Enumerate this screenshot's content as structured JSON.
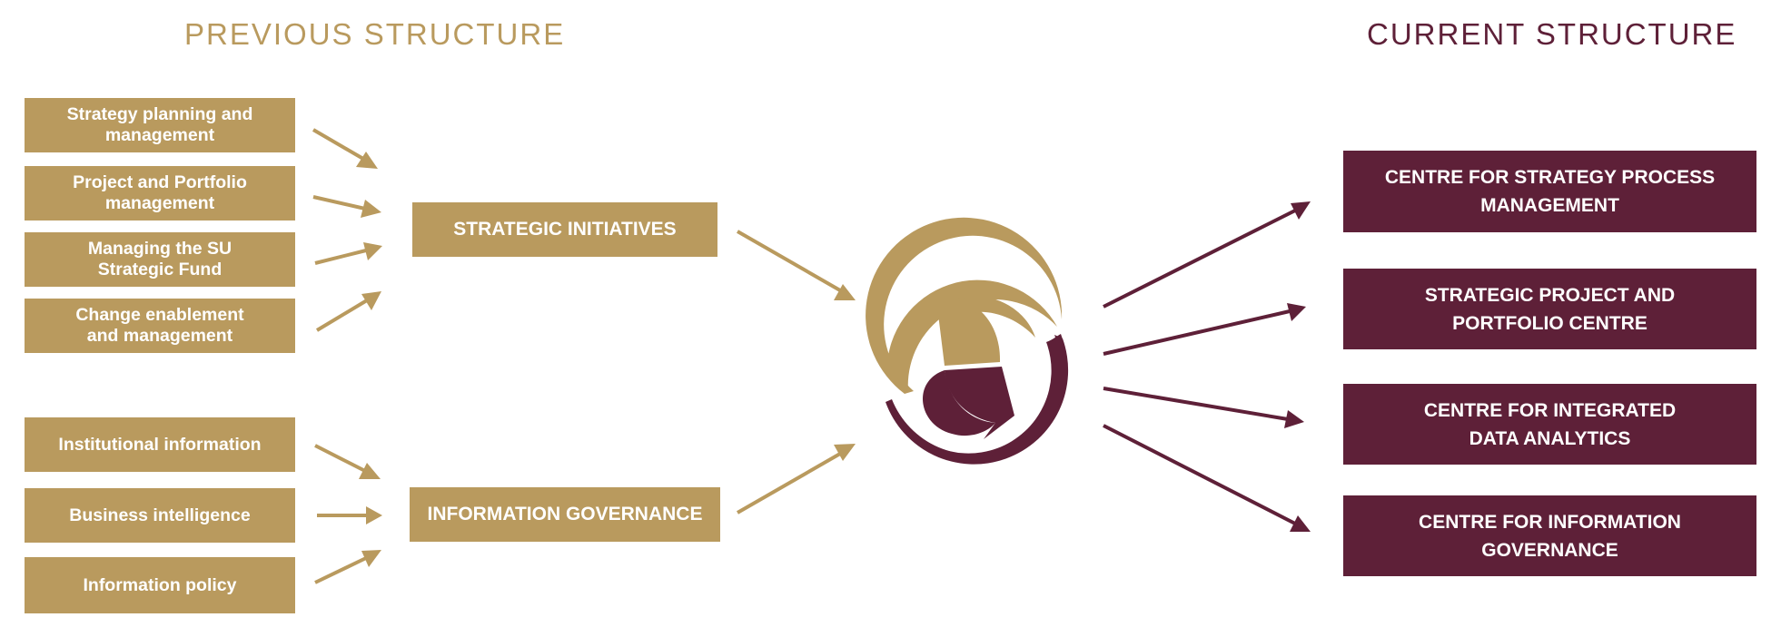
{
  "headings": {
    "previous": "PREVIOUS STRUCTURE",
    "current": "CURRENT STRUCTURE"
  },
  "previous_items": {
    "strategy": [
      "Strategy planning and\nmanagement",
      "Project and Portfolio\nmanagement",
      "Managing the SU\nStrategic Fund",
      "Change enablement\nand management"
    ],
    "information": [
      "Institutional information",
      "Business intelligence",
      "Information policy"
    ]
  },
  "groups": {
    "strategic": "STRATEGIC INITIATIVES",
    "information": "INFORMATION GOVERNANCE"
  },
  "current_items": [
    "CENTRE FOR STRATEGY PROCESS\nMANAGEMENT",
    "STRATEGIC PROJECT AND\nPORTFOLIO CENTRE",
    "CENTRE FOR INTEGRATED\nDATA ANALYTICS",
    "CENTRE FOR INFORMATION\nGOVERNANCE"
  ],
  "colors": {
    "gold": "#b99a5e",
    "maroon": "#5e2038"
  },
  "icons": {
    "center": "circular-arrows-icon"
  }
}
